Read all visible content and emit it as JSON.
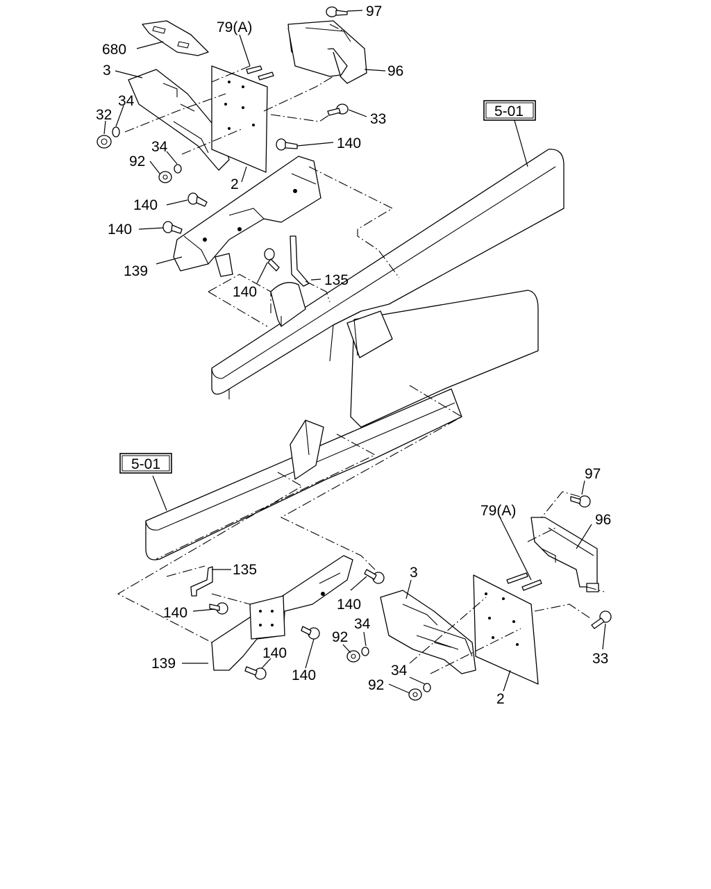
{
  "diagram": {
    "upper_assembly": {
      "reference": "5-01",
      "callouts": [
        "680",
        "3",
        "32",
        "34",
        "92",
        "34",
        "79(A)",
        "97",
        "96",
        "33",
        "140",
        "2",
        "140",
        "140",
        "139",
        "135",
        "140"
      ]
    },
    "lower_assembly": {
      "reference": "5-01",
      "callouts": [
        "97",
        "79(A)",
        "96",
        "135",
        "3",
        "140",
        "34",
        "92",
        "140",
        "139",
        "140",
        "140",
        "33",
        "34",
        "92",
        "2"
      ]
    }
  },
  "colors": {
    "line": "#000000",
    "background": "#ffffff"
  }
}
